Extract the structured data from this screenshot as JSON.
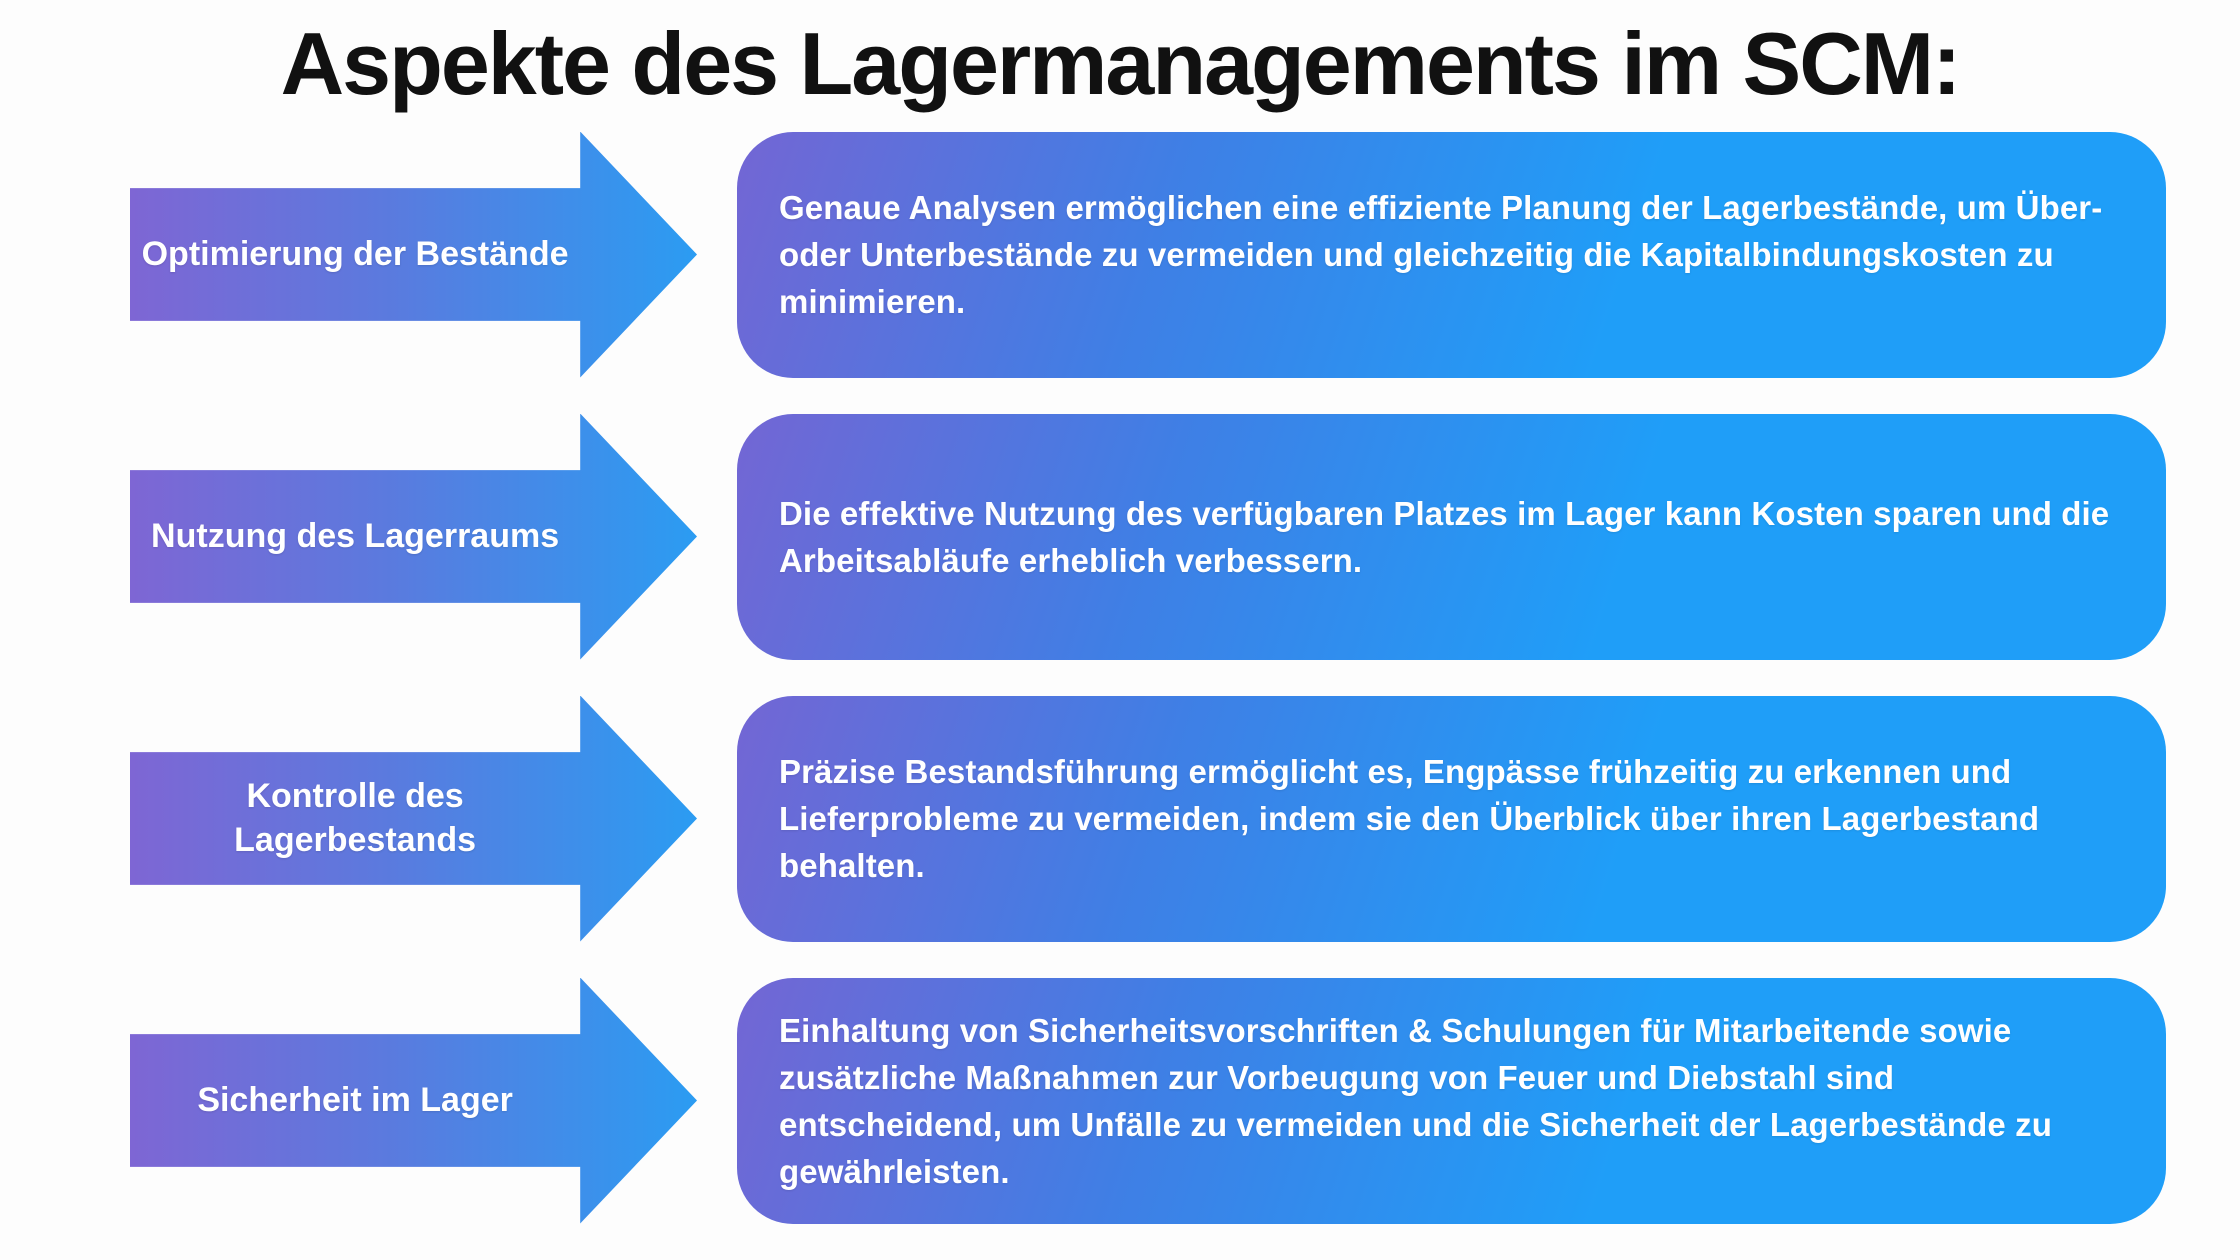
{
  "title": "Aspekte des Lagermanagements im SCM:",
  "colors": {
    "title_color": "#111111",
    "text_color": "#ffffff",
    "arrow_start": "#7e66d4",
    "arrow_end": "#2b9cf2",
    "box_start": "#7366d4",
    "box_end": "#1f9ef8",
    "bg": "#fdfdfd"
  },
  "rows": [
    {
      "label": "Optimierung der Bestände",
      "description": "Genaue Analysen ermöglichen eine effiziente Planung der Lagerbestände, um Über- oder Unterbestände zu vermeiden und gleichzeitig die Kapitalbindungskosten zu minimieren."
    },
    {
      "label": "Nutzung des Lagerraums",
      "description": "Die effektive Nutzung des verfügbaren Platzes im Lager kann Kosten sparen und die Arbeitsabläufe erheblich verbessern."
    },
    {
      "label": "Kontrolle des Lagerbestands",
      "description": "Präzise Bestandsführung ermöglicht es, Engpässe frühzeitig zu erkennen und Lieferprobleme zu vermeiden, indem sie den Überblick über ihren Lagerbestand behalten."
    },
    {
      "label": "Sicherheit im Lager",
      "description": "Einhaltung von Sicherheitsvorschriften & Schulungen für Mitarbeitende sowie zusätzliche Maßnahmen zur Vorbeugung von Feuer und Diebstahl sind entscheidend, um Unfälle zu vermeiden und die Sicherheit der Lagerbestände zu gewährleisten."
    }
  ]
}
